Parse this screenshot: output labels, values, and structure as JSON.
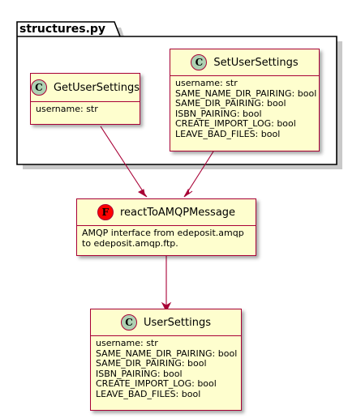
{
  "package": {
    "name": "structures.py"
  },
  "classes": {
    "get_user_settings": {
      "stereotype_letter": "C",
      "name": "GetUserSettings",
      "attributes": [
        "username: str"
      ]
    },
    "set_user_settings": {
      "stereotype_letter": "C",
      "name": "SetUserSettings",
      "attributes": [
        "username: str",
        "SAME_NAME_DIR_PAIRING: bool",
        "SAME_DIR_PAIRING: bool",
        "ISBN_PAIRING: bool",
        "CREATE_IMPORT_LOG: bool",
        "LEAVE_BAD_FILES: bool"
      ]
    },
    "react_to_amqp_message": {
      "stereotype_letter": "F",
      "name": "reactToAMQPMessage",
      "attributes": [
        "AMQP interface from edeposit.amqp",
        "to edeposit.amqp.ftp."
      ]
    },
    "user_settings": {
      "stereotype_letter": "C",
      "name": "UserSettings",
      "attributes": [
        "username: str",
        "SAME_NAME_DIR_PAIRING: bool",
        "SAME_DIR_PAIRING: bool",
        "ISBN_PAIRING: bool",
        "CREATE_IMPORT_LOG: bool",
        "LEAVE_BAD_FILES: bool"
      ]
    }
  },
  "colors": {
    "class_fill": "#FEFECE",
    "class_border": "#A80036",
    "class_circle": "#ADD1B2",
    "function_circle": "#FF0000",
    "arrow": "#A80036",
    "package_border": "#000000"
  }
}
